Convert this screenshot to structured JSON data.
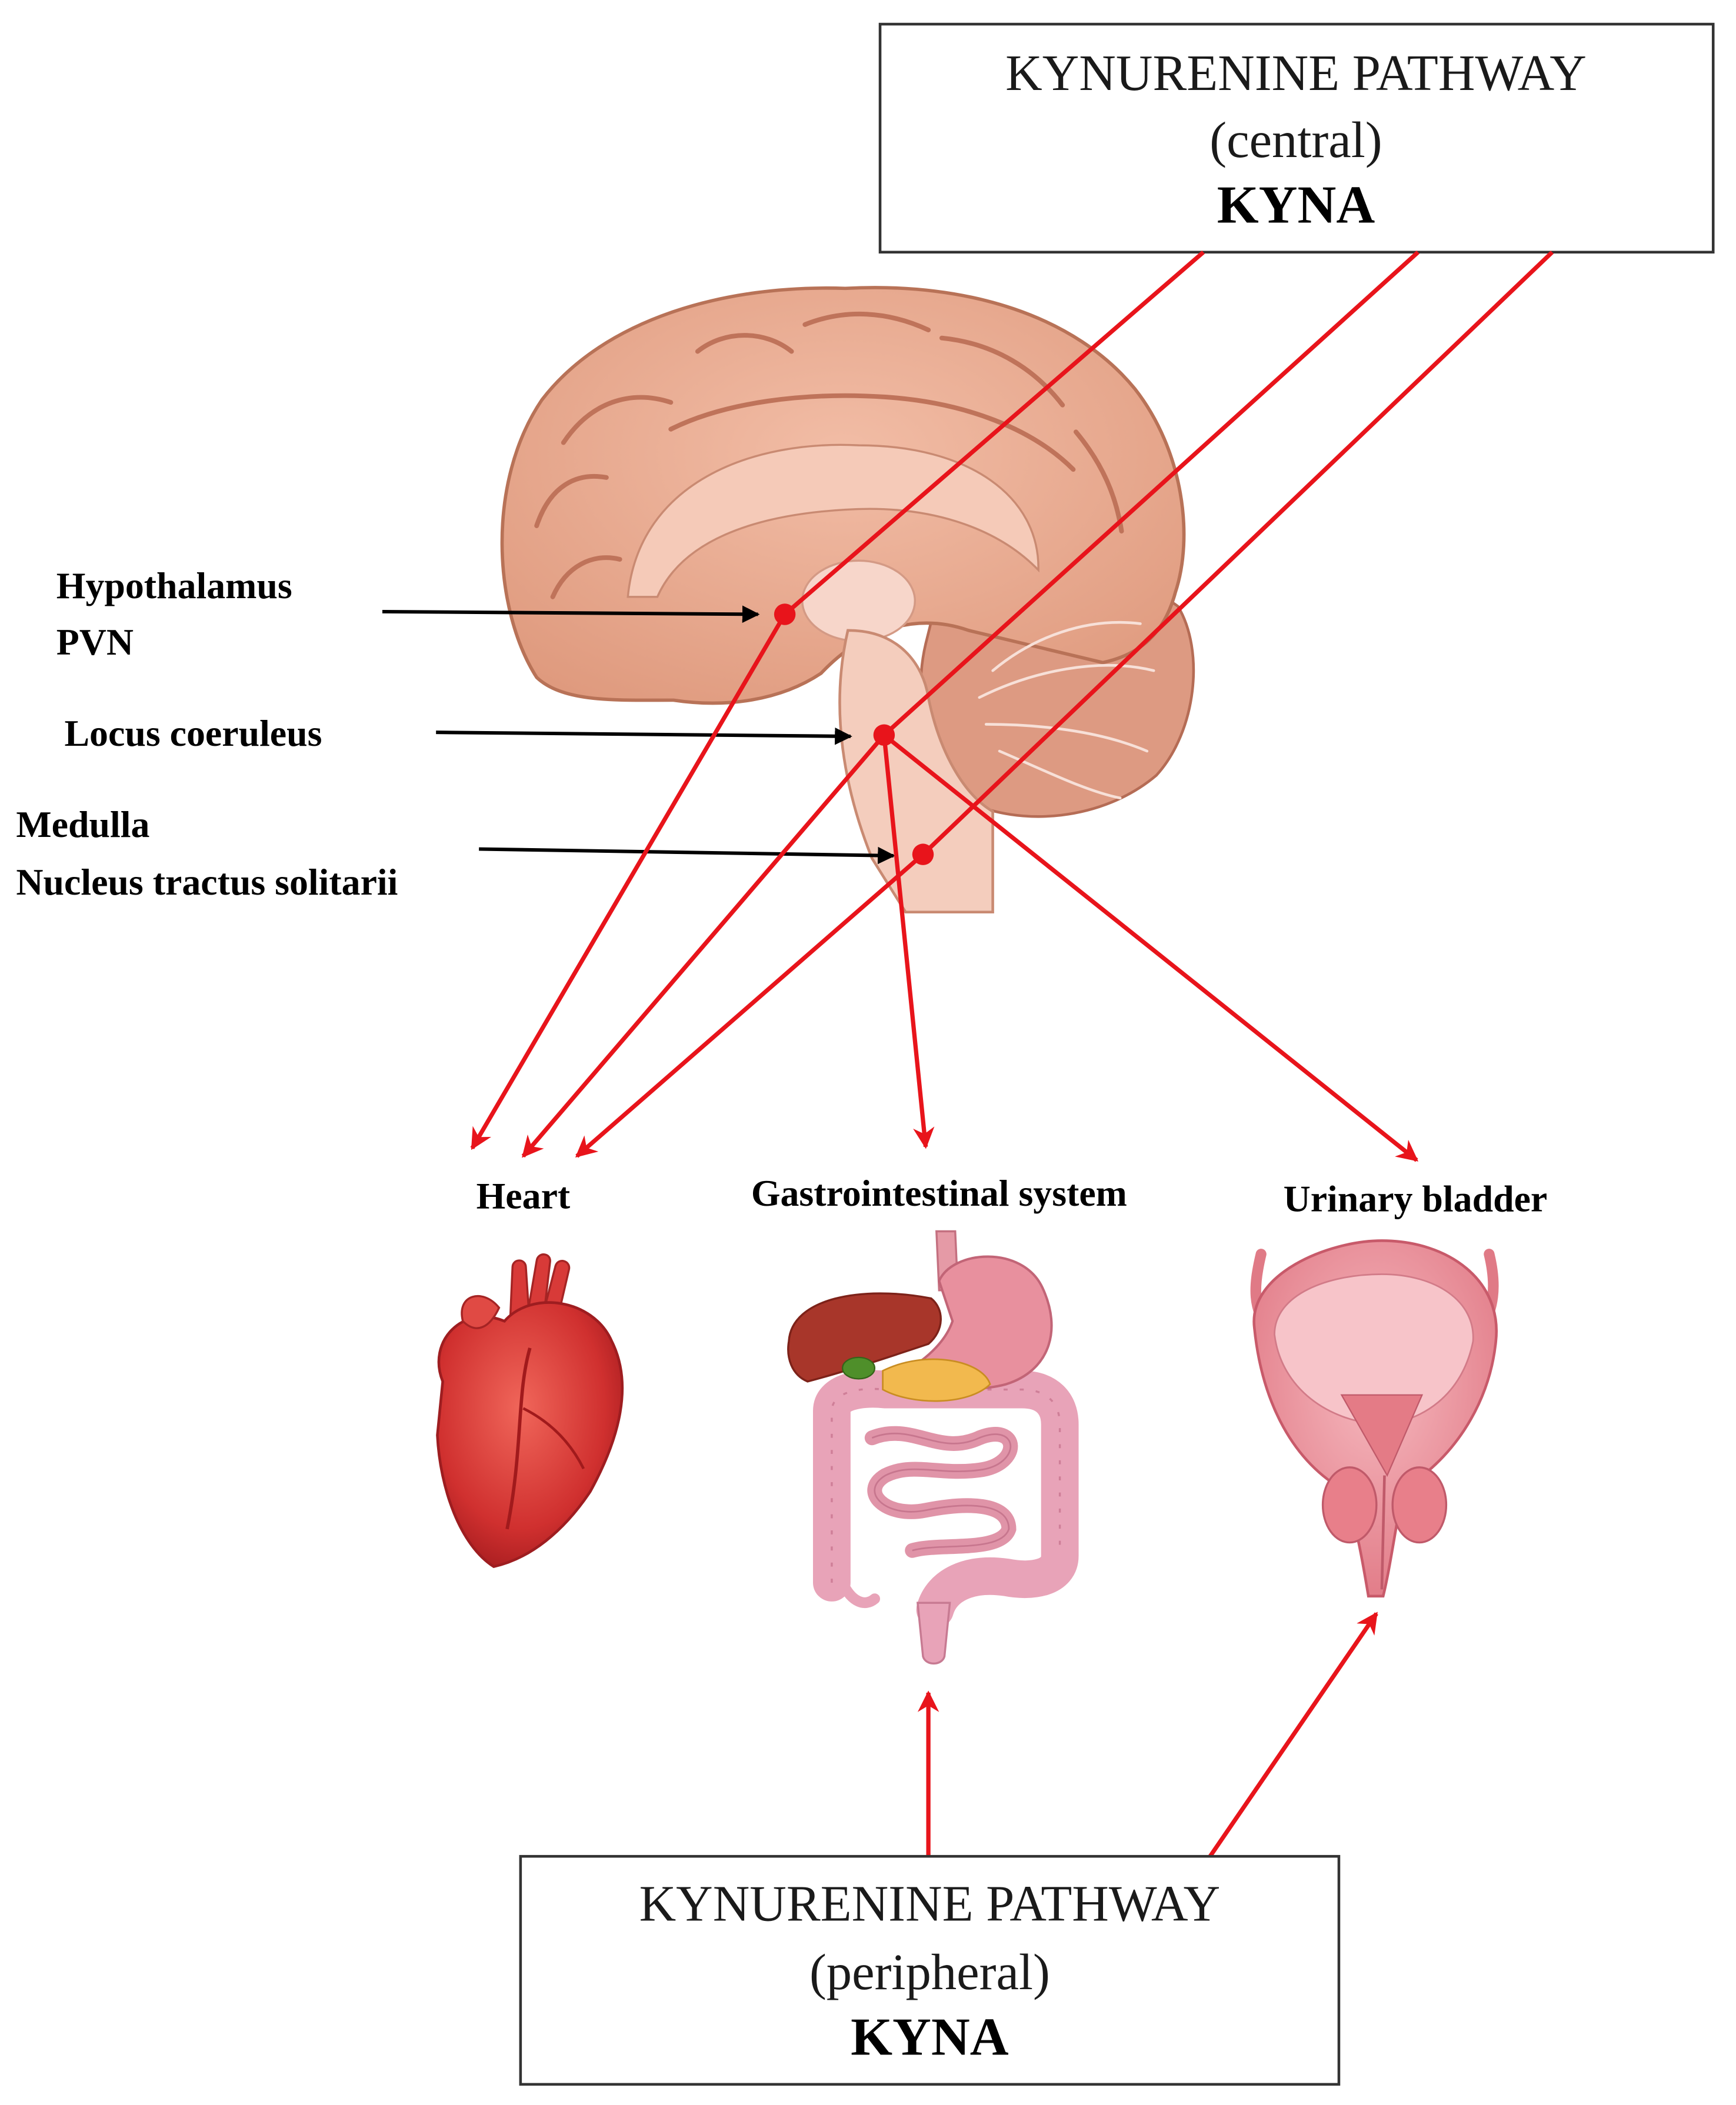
{
  "top_box": {
    "line1": "KYNURENINE PATHWAY",
    "line2": "(central)",
    "line3": "KYNA"
  },
  "bottom_box": {
    "line1": "KYNURENINE PATHWAY",
    "line2": "(peripheral)",
    "line3": "KYNA"
  },
  "brain_labels": {
    "hypothalamus": "Hypothalamus",
    "pvn": "PVN",
    "locus": "Locus coeruleus",
    "medulla": "Medulla",
    "nts": "Nucleus tractus solitarii"
  },
  "organs": {
    "heart": "Heart",
    "gi": "Gastrointestinal system",
    "bladder": "Urinary bladder"
  },
  "colors": {
    "pathway": "#e8141b",
    "label_arrow": "#000000"
  },
  "icons": [
    "brain-illustration",
    "heart-illustration",
    "gastrointestinal-illustration",
    "bladder-illustration"
  ]
}
